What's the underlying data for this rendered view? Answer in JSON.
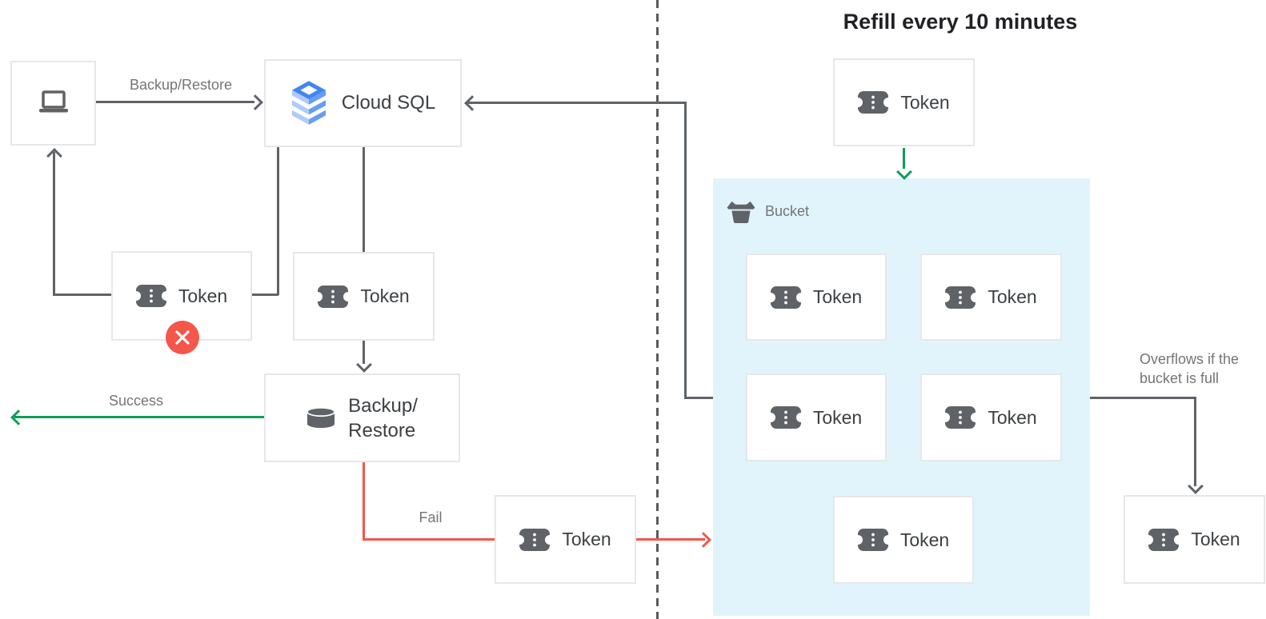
{
  "title": "Refill every 10 minutes",
  "labels": {
    "token": "Token",
    "cloud_sql": "Cloud SQL",
    "backup_restore": "Backup/\nRestore",
    "bucket": "Bucket"
  },
  "edge_labels": {
    "backup_restore": "Backup/Restore",
    "success": "Success",
    "fail": "Fail",
    "overflow": "Overflows if the\nbucket is full"
  },
  "icons": {
    "laptop": "laptop-icon",
    "cloud_sql": "cloud-sql-icon",
    "token": "token-ticket-icon",
    "database": "database-icon",
    "bucket": "bucket-icon",
    "error": "error-x-icon"
  },
  "colors": {
    "arrow_gray": "#5F6368",
    "success_green": "#0F9D58",
    "fail_red": "#F4564A",
    "bucket_bg": "#E1F4FC",
    "box_border": "#E7E7E7",
    "label_gray": "#757575",
    "text_dark": "#3C4043"
  }
}
